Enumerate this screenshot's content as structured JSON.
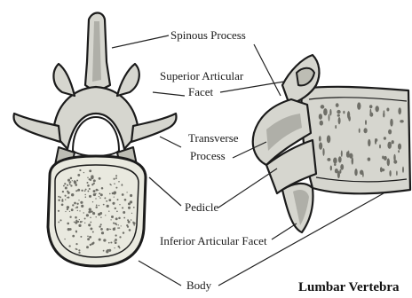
{
  "labels": {
    "spinous": "Spinous Process",
    "superior_1": "Superior Articular",
    "superior_2": "Facet",
    "transverse_1": "Transverse",
    "transverse_2": "Process",
    "pedicle": "Pedicle",
    "inferior": "Inferior Articular Facet",
    "body": "Body"
  },
  "caption": "Lumbar Vertebra"
}
